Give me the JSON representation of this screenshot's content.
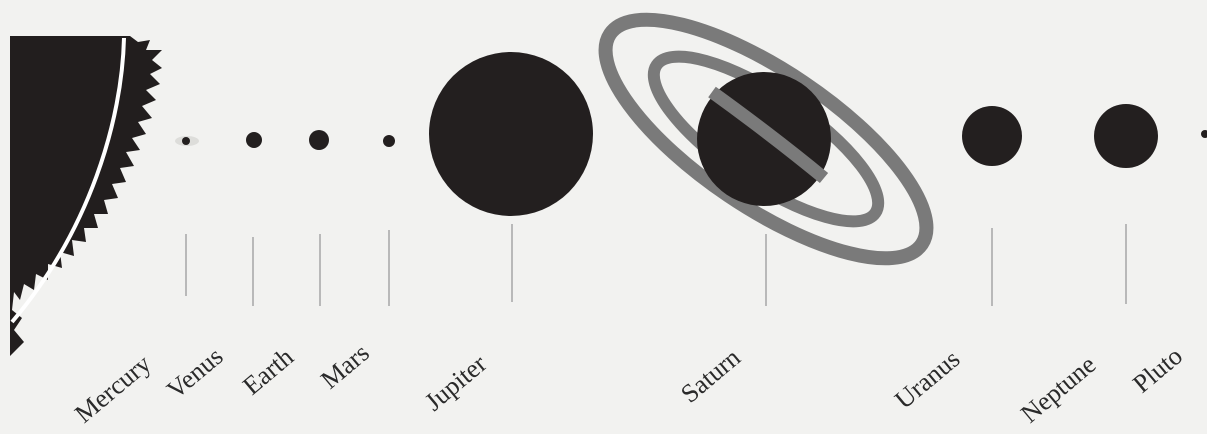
{
  "diagram": {
    "planets": [
      {
        "id": "mercury",
        "label": "Mercury"
      },
      {
        "id": "venus",
        "label": "Venus"
      },
      {
        "id": "earth",
        "label": "Earth"
      },
      {
        "id": "mars",
        "label": "Mars"
      },
      {
        "id": "jupiter",
        "label": "Jupiter"
      },
      {
        "id": "saturn",
        "label": "Saturn"
      },
      {
        "id": "uranus",
        "label": "Uranus"
      },
      {
        "id": "neptune",
        "label": "Neptune"
      },
      {
        "id": "pluto",
        "label": "Pluto"
      }
    ],
    "colors": {
      "background": "#f2f2f0",
      "planet_fill": "#231f1f",
      "ring": "#7a7a7a",
      "sun_fill": "#221e1e",
      "sun_edge": "#ffffff",
      "pointer_line": "#b9b9b9",
      "label_text": "#2a2a2a"
    }
  }
}
